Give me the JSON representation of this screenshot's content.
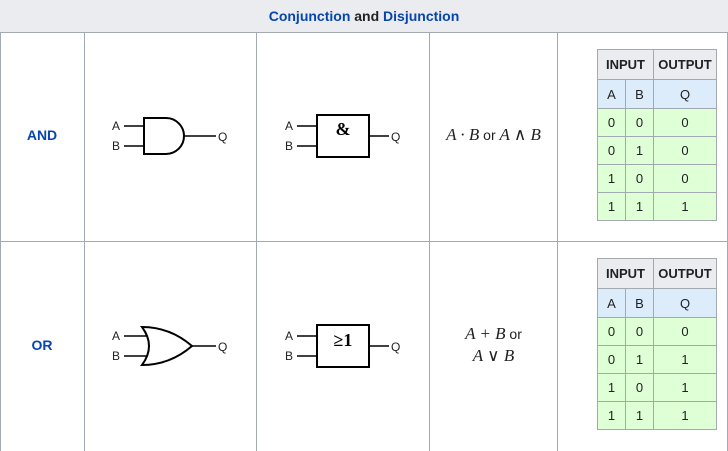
{
  "title": {
    "part1": "Conjunction",
    "join": " and ",
    "part2": "Disjunction"
  },
  "rows": [
    {
      "name": "AND",
      "pins": {
        "a": "A",
        "b": "B",
        "q": "Q"
      },
      "iec_symbol": "&",
      "expression": {
        "left": "A · B",
        "or": " or ",
        "right": "A ∧ B"
      },
      "truth_table": {
        "header": [
          "INPUT",
          "OUTPUT"
        ],
        "subheader": [
          "A",
          "B",
          "Q"
        ],
        "rows": [
          [
            "0",
            "0",
            "0"
          ],
          [
            "0",
            "1",
            "0"
          ],
          [
            "1",
            "0",
            "0"
          ],
          [
            "1",
            "1",
            "1"
          ]
        ]
      }
    },
    {
      "name": "OR",
      "pins": {
        "a": "A",
        "b": "B",
        "q": "Q"
      },
      "iec_symbol": "≥1",
      "expression": {
        "left": "A + B",
        "or": " or",
        "right": "A ∨ B"
      },
      "truth_table": {
        "header": [
          "INPUT",
          "OUTPUT"
        ],
        "subheader": [
          "A",
          "B",
          "Q"
        ],
        "rows": [
          [
            "0",
            "0",
            "0"
          ],
          [
            "0",
            "1",
            "1"
          ],
          [
            "1",
            "0",
            "1"
          ],
          [
            "1",
            "1",
            "1"
          ]
        ]
      }
    }
  ]
}
